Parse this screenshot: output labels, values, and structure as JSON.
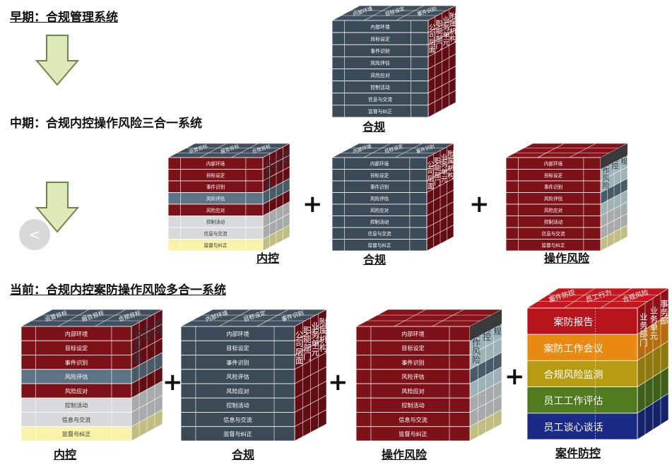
{
  "headings": {
    "early": "早期：合规管理系统",
    "mid": "中期：合规内控操作风险三合一系统",
    "current": "当前：合规内控案防操作风险多合一系统"
  },
  "rows": [
    "内部环境",
    "目标设定",
    "事件识别",
    "风险评估",
    "风险应对",
    "控制活动",
    "信息与交流",
    "监督与纠正"
  ],
  "colors": {
    "navy": "#3b4a57",
    "maroon": "#7d1118",
    "arrow_fill": "#dde9b9",
    "arrow_stroke": "#6f8746",
    "light_gray": "#d9dadb",
    "light_yellow": "#f8f3a8",
    "steel": "#5d7386",
    "pale_cyan": "#c9e6e8"
  },
  "cubes": {
    "compliance": {
      "caption": "合规",
      "top_labels": [
        "内部环境",
        "目标设定",
        "事件识别"
      ],
      "side_labels": [
        "公司层面",
        "职能部门",
        "业务单元",
        "附属机构"
      ]
    },
    "internal": {
      "caption": "内控",
      "top_labels": [
        "运营目标",
        "报告目标",
        "合规目标"
      ],
      "side_labels": [
        "公司层面",
        "内控",
        "机构"
      ]
    },
    "oprisk": {
      "caption": "操作风险",
      "side_labels": [
        "操作风险",
        "内控",
        "合规"
      ]
    },
    "case": {
      "caption": "案件防控",
      "layers": [
        {
          "label": "案防报告",
          "color": "#b8141c"
        },
        {
          "label": "案防工作会议",
          "color": "#e98a12"
        },
        {
          "label": "合规风险监测",
          "color": "#b79b12"
        },
        {
          "label": "员工工作评估",
          "color": "#4f7a1e"
        },
        {
          "label": "员工谈心谈话",
          "color": "#1b2a86"
        }
      ],
      "top_labels": [
        "案件防控",
        "员工行为",
        "合规风险"
      ],
      "side_labels": [
        "业务部门",
        "业务单元",
        "事务部"
      ]
    }
  },
  "plus": "+",
  "nav_prev_icon": "<"
}
